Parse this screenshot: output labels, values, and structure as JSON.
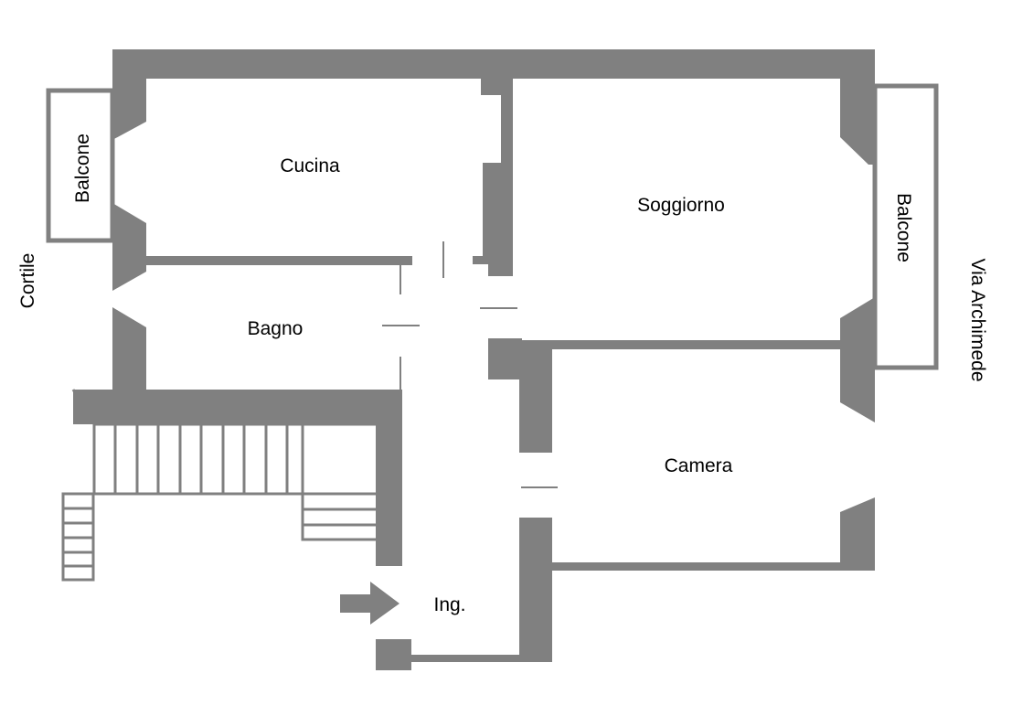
{
  "plan": {
    "rooms": {
      "cucina": "Cucina",
      "soggiorno": "Soggiorno",
      "bagno": "Bagno",
      "camera": "Camera",
      "ingresso": "Ing.",
      "balcone_left": "Balcone",
      "balcone_right": "Balcone"
    },
    "outside": {
      "cortile": "Cortile",
      "street": "Via Archimede"
    }
  },
  "colors": {
    "wall": "#808080",
    "background": "#ffffff",
    "text": "#000000"
  }
}
